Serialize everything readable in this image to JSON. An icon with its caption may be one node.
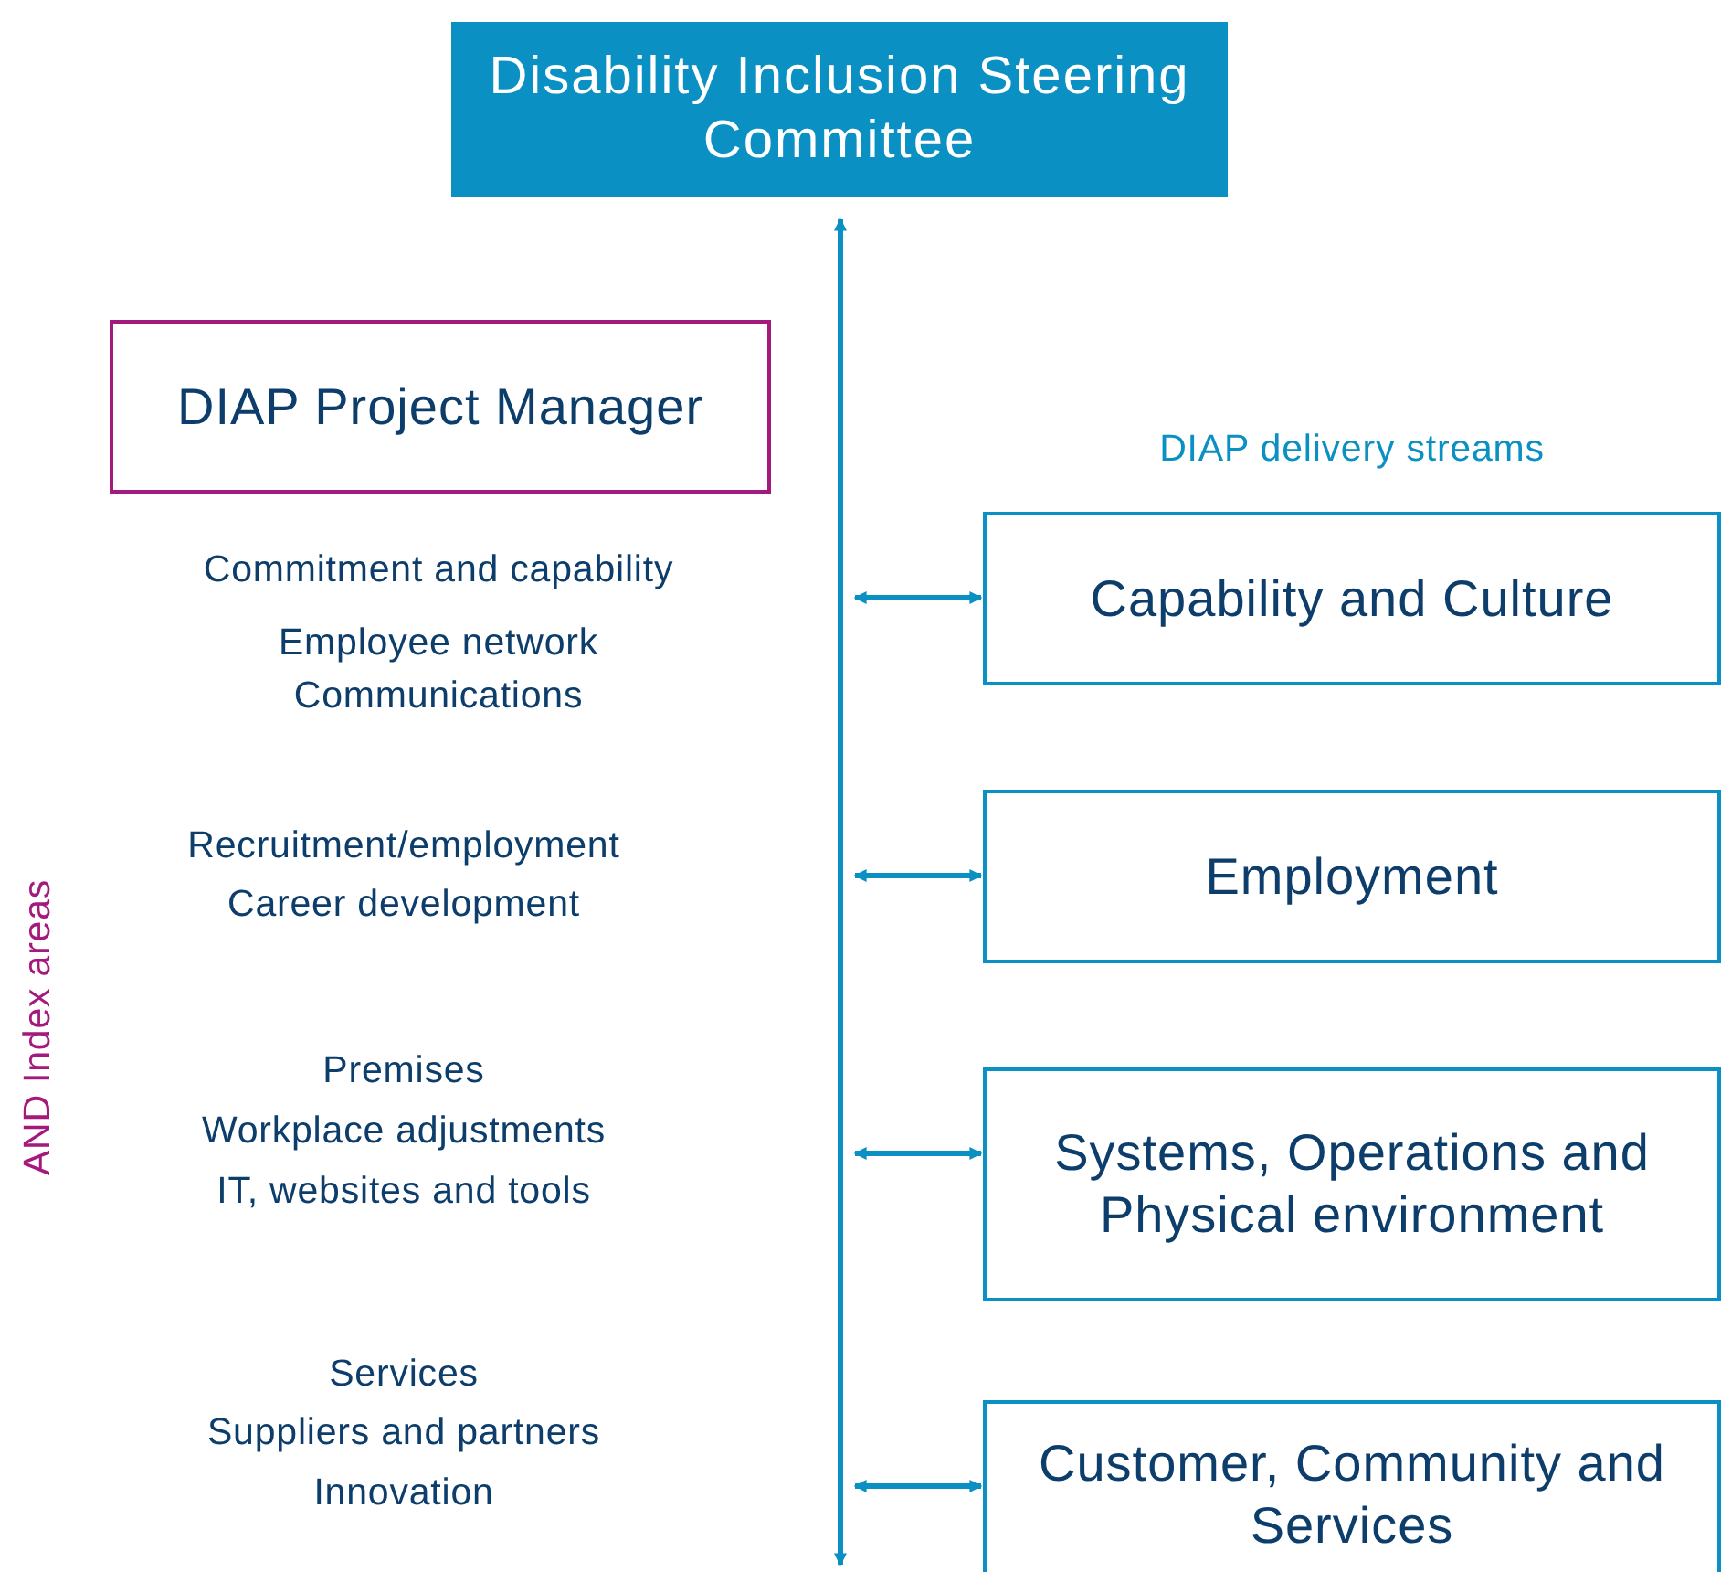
{
  "diagram": {
    "nodes": [
      {
        "text": [
          "Disability Inclusion Steering Committee"
        ]
      },
      {
        "text": [
          "DIAP Project Manager"
        ]
      },
      {
        "text": [
          "Capability and Culture"
        ]
      },
      {
        "text": [
          "Employment"
        ]
      },
      {
        "text": [
          "Systems, Operations and Physical environment"
        ]
      },
      {
        "text": [
          "Customer, Community and Services"
        ]
      }
    ],
    "edges": [
      {
        "from": null,
        "to": 0,
        "arrow": "both"
      },
      {
        "from": null,
        "to": 2,
        "arrow": "both"
      },
      {
        "from": null,
        "to": 3,
        "arrow": "both"
      },
      {
        "from": null,
        "to": 4,
        "arrow": "both"
      },
      {
        "from": null,
        "to": 5,
        "arrow": "both"
      }
    ],
    "labels": [
      "DIAP delivery streams",
      "Commitment and capability",
      "Employee network",
      "Communications",
      "AND Index areas",
      "Recruitment/employment",
      "Career development",
      "Premises",
      "Workplace adjustments",
      "IT, websites and tools",
      "Services",
      "Suppliers and partners",
      "Innovation"
    ]
  }
}
